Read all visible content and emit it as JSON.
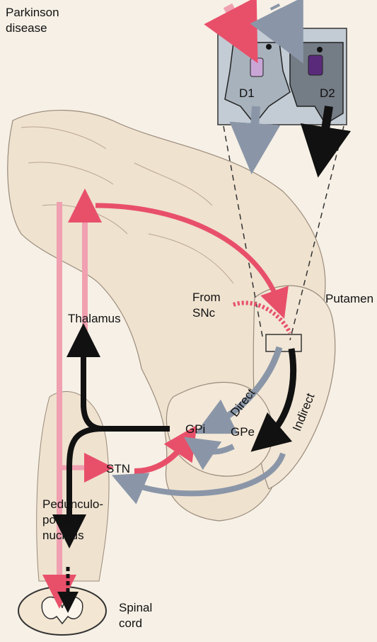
{
  "title": {
    "line1": "Parkinson",
    "line2": "disease"
  },
  "labels": {
    "d1": "D1",
    "d2": "D2",
    "from_snc_line1": "From",
    "from_snc_line2": "SNc",
    "putamen": "Putamen",
    "thalamus": "Thalamus",
    "gpi": "GPi",
    "gpe": "GPe",
    "stn": "STN",
    "direct": "Direct",
    "indirect": "Indirect",
    "pedunculopontine_line1": "Pedunculo-",
    "pedunculopontine_line2": "pontine",
    "pedunculopontine_line3": "nucleus",
    "spinal_line1": "Spinal",
    "spinal_line2": "cord"
  },
  "colors": {
    "excitatory": "#e8506a",
    "excitatory_light": "#f0a0b0",
    "inhibitory": "#111111",
    "inhibitory_gray": "#8a96a8",
    "d1_receptor": "#c9a6d6",
    "d2_receptor": "#5a2a7a",
    "inset_bg": "#c3ccd4",
    "neuron_gray": "#747c86"
  }
}
